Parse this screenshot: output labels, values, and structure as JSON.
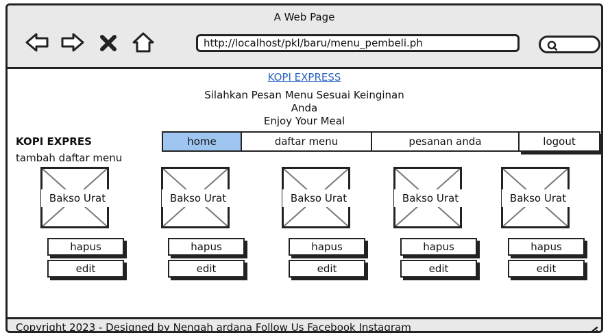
{
  "window": {
    "title": "A Web Page",
    "url": "http://localhost/pkl/baru/menu_pembeli.ph"
  },
  "icons": {
    "back": "arrow-left-icon",
    "forward": "arrow-right-icon",
    "close": "close-icon",
    "home": "home-icon",
    "search": "search-icon",
    "resize": "resize-grip-icon"
  },
  "header": {
    "brand_link": "KOPI EXPRESS",
    "line1": "Silahkan Pesan Menu Sesuai Keinginan",
    "line2": "Anda",
    "line3": "Enjoy Your Meal"
  },
  "nav": {
    "brand": "KOPI EXPRES",
    "items": [
      {
        "label": "home",
        "active": true
      },
      {
        "label": "daftar menu",
        "active": false
      },
      {
        "label": "pesanan anda",
        "active": false
      },
      {
        "label": "logout",
        "active": false
      }
    ],
    "active_color": "#9fc6f0"
  },
  "add_menu": "tambah daftar menu",
  "cards": [
    {
      "label": "Bakso Urat",
      "delete": "hapus",
      "edit": "edit"
    },
    {
      "label": "Bakso Urat",
      "delete": "hapus",
      "edit": "edit"
    },
    {
      "label": "Bakso Urat",
      "delete": "hapus",
      "edit": "edit"
    },
    {
      "label": "Bakso Urat",
      "delete": "hapus",
      "edit": "edit"
    },
    {
      "label": "Bakso Urat",
      "delete": "hapus",
      "edit": "edit"
    }
  ],
  "footer": {
    "text": "Copyright  2023 - Designed by Nengah ardana   Follow Us Facebook Instagram"
  }
}
